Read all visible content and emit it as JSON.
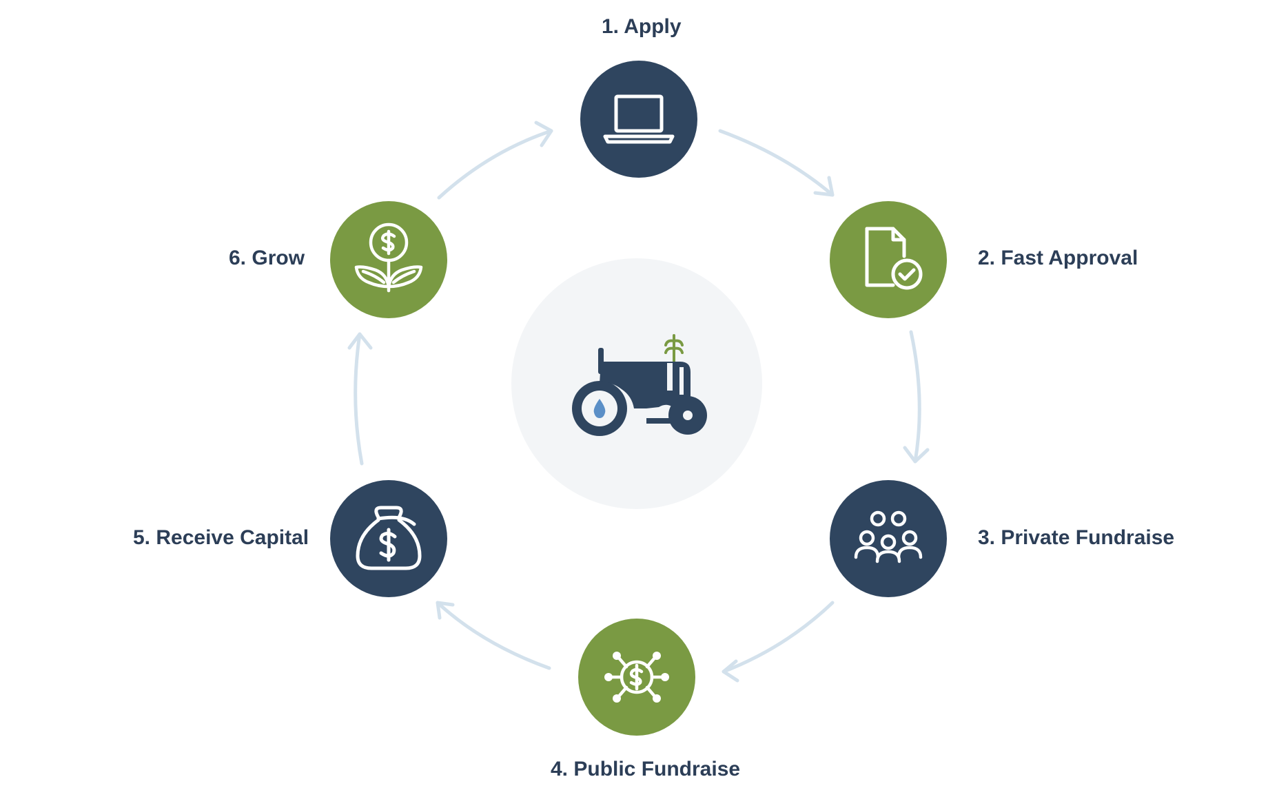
{
  "steps": [
    {
      "label": "1. Apply",
      "icon": "laptop-icon",
      "color": "#2f455f"
    },
    {
      "label": "2. Fast Approval",
      "icon": "document-check-icon",
      "color": "#7a9a43"
    },
    {
      "label": "3. Private Fundraise",
      "icon": "people-group-icon",
      "color": "#2f455f"
    },
    {
      "label": "4. Public Fundraise",
      "icon": "dollar-network-icon",
      "color": "#7a9a43"
    },
    {
      "label": "5. Receive Capital",
      "icon": "money-bag-icon",
      "color": "#2f455f"
    },
    {
      "label": "6. Grow",
      "icon": "dollar-plant-icon",
      "color": "#7a9a43"
    }
  ],
  "center": {
    "icon": "tractor-icon",
    "background": "#f3f5f7"
  },
  "colors": {
    "navy": "#2f455f",
    "green": "#7a9a43",
    "arrow": "#d3e1ec",
    "text": "#2c3e57",
    "drop": "#5b8fc7"
  }
}
